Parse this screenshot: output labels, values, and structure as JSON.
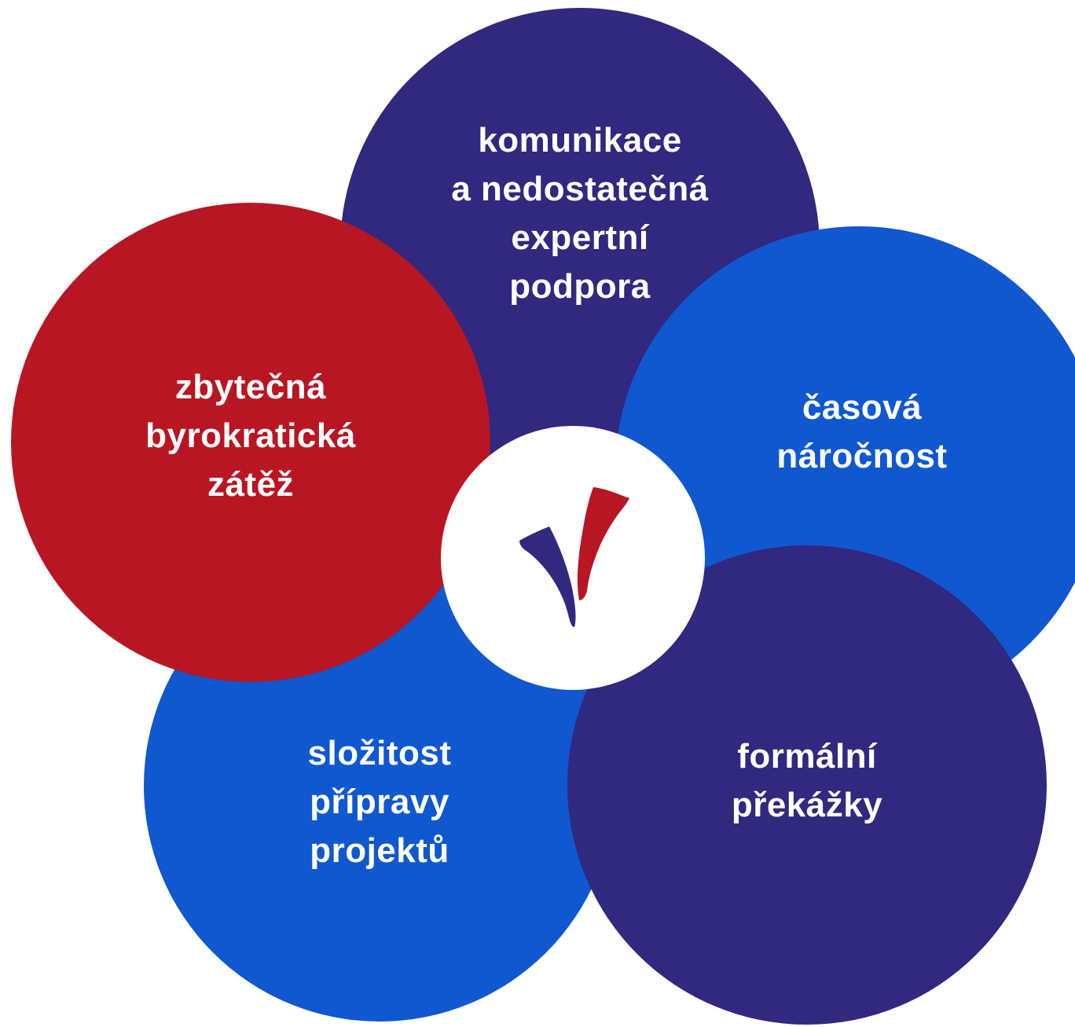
{
  "diagram": {
    "circles": [
      {
        "key": "top",
        "label": "komunikace\na nedostatečná\nexpertní\npodpora",
        "color": "#31287f"
      },
      {
        "key": "right",
        "label": "časová\nnáročnost",
        "color": "#0f58d0"
      },
      {
        "key": "bottom_right",
        "label": "formální\npřekážky",
        "color": "#31287f"
      },
      {
        "key": "bottom_left",
        "label": "složitost\npřípravy\nprojektů",
        "color": "#0f58d0"
      },
      {
        "key": "left",
        "label": "zbytečná\nbyrokratická\nzátěž",
        "color": "#b81622"
      }
    ],
    "center": {
      "icon": "checkmark-logo-icon",
      "colors": [
        "#31287f",
        "#b81622"
      ]
    }
  }
}
